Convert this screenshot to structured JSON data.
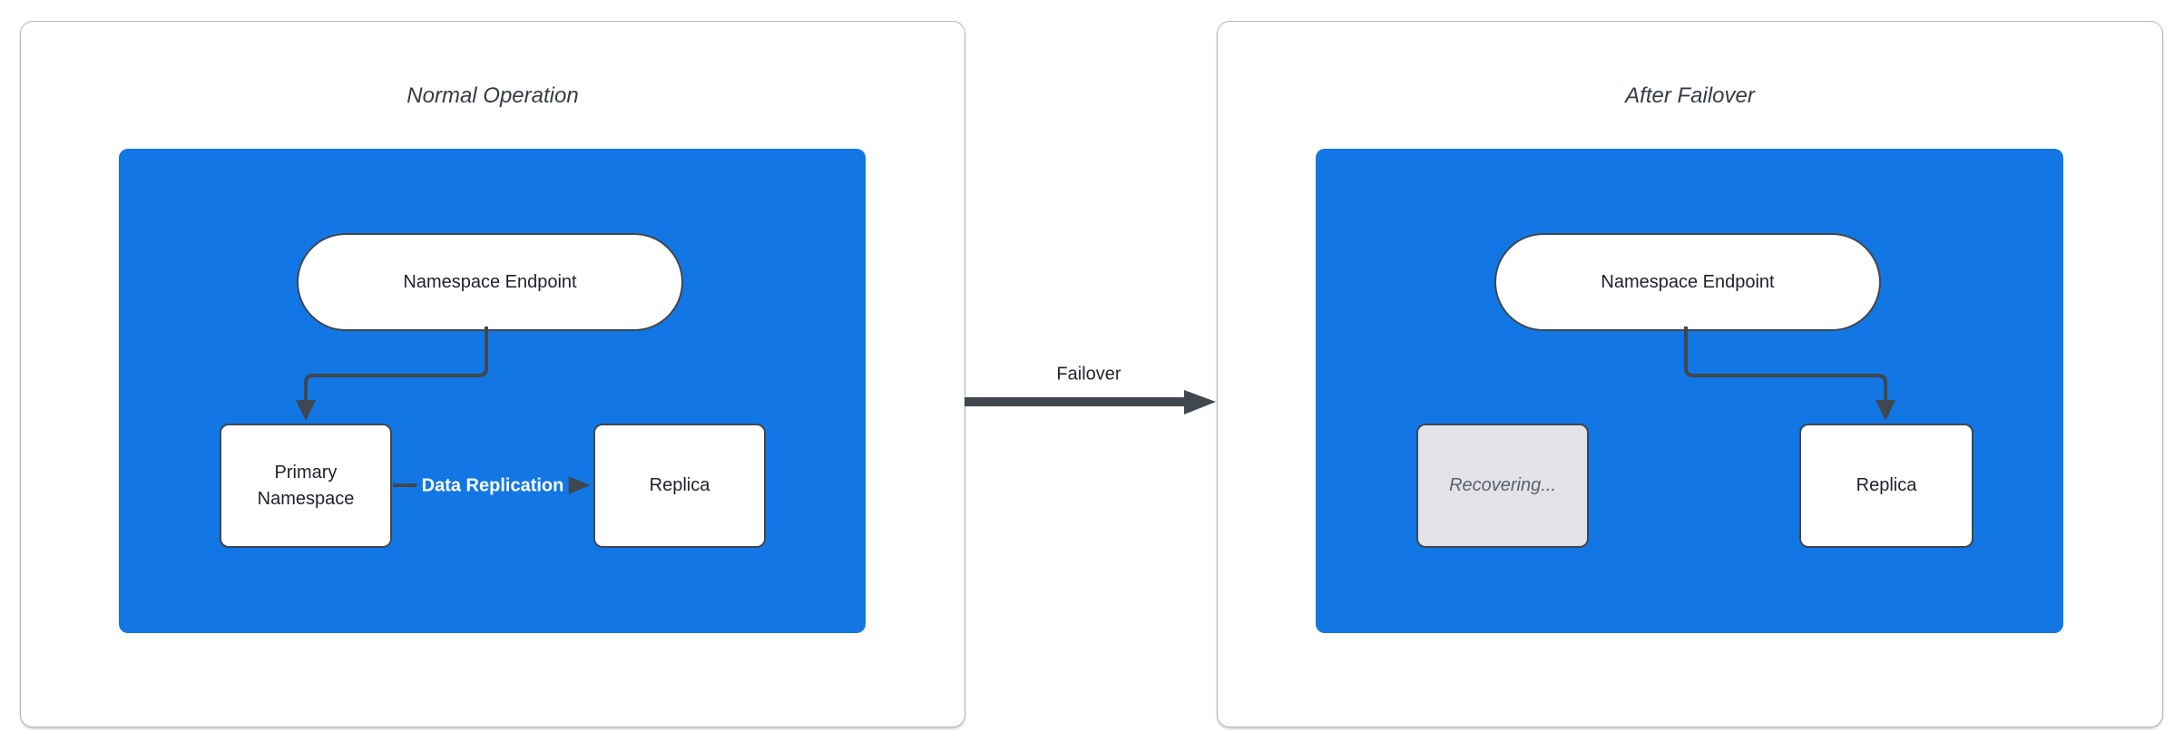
{
  "colors": {
    "blue": "#1277e4",
    "dark": "#40474f",
    "panel_border": "#b3b5b9",
    "gray_fill": "#e2e3e6",
    "gray_text": "#5a606b",
    "title_text": "#363b44",
    "node_text": "#1d212a",
    "label_text": "#22262d"
  },
  "panels": [
    {
      "title": "Normal Operation",
      "nodes": {
        "endpoint": "Namespace Endpoint",
        "primary": "Primary Namespace",
        "replica": "Replica"
      },
      "edge_label": "Data Replication"
    },
    {
      "title": "After Failover",
      "nodes": {
        "endpoint": "Namespace Endpoint",
        "recovering": "Recovering...",
        "replica": "Replica"
      }
    }
  ],
  "transition": {
    "label": "Failover"
  }
}
